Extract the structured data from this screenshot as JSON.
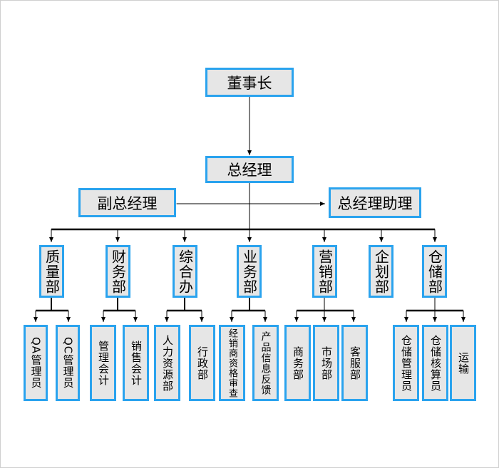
{
  "org_chart": {
    "chairman": "董事长",
    "general_manager": "总经理",
    "deputy_gm": "副总经理",
    "gm_assistant": "总经理助理",
    "departments": {
      "quality": {
        "name": "质量部",
        "teams": [
          "QA管理员",
          "QC管理员"
        ]
      },
      "finance": {
        "name": "财务部",
        "teams": [
          "管理会计",
          "销售会计"
        ]
      },
      "general_affairs": {
        "name": "综合办",
        "teams": [
          "人力资源部",
          "行政部"
        ]
      },
      "business": {
        "name": "业务部",
        "teams": [
          "经销商资格审查",
          "产品信息反馈"
        ]
      },
      "marketing": {
        "name": "营销部",
        "teams": [
          "商务部",
          "市场部",
          "客服部"
        ]
      },
      "planning": {
        "name": "企划部"
      },
      "warehouse": {
        "name": "仓储部",
        "teams": [
          "仓储管理员",
          "仓储核算员",
          "运输"
        ]
      }
    }
  }
}
